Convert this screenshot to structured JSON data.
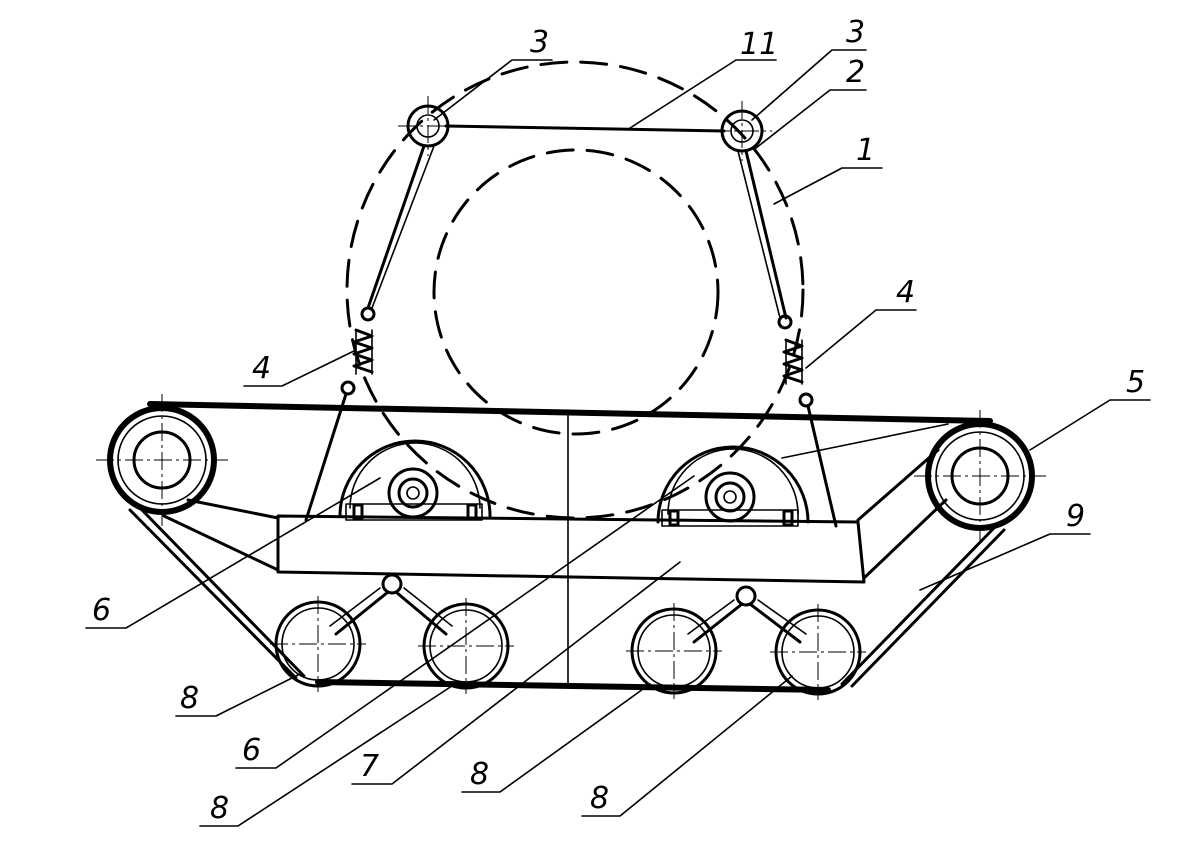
{
  "callouts": [
    {
      "id": "c3a",
      "text": "3"
    },
    {
      "id": "c11",
      "text": "11"
    },
    {
      "id": "c3b",
      "text": "3"
    },
    {
      "id": "c2",
      "text": "2"
    },
    {
      "id": "c1",
      "text": "1"
    },
    {
      "id": "c4a",
      "text": "4"
    },
    {
      "id": "c4b",
      "text": "4"
    },
    {
      "id": "c5",
      "text": "5"
    },
    {
      "id": "c9",
      "text": "9"
    },
    {
      "id": "c6a",
      "text": "6"
    },
    {
      "id": "c8a",
      "text": "8"
    },
    {
      "id": "c6b",
      "text": "6"
    },
    {
      "id": "c7",
      "text": "7"
    },
    {
      "id": "c8b",
      "text": "8"
    },
    {
      "id": "c8c",
      "text": "8"
    },
    {
      "id": "c8d",
      "text": "8"
    }
  ]
}
